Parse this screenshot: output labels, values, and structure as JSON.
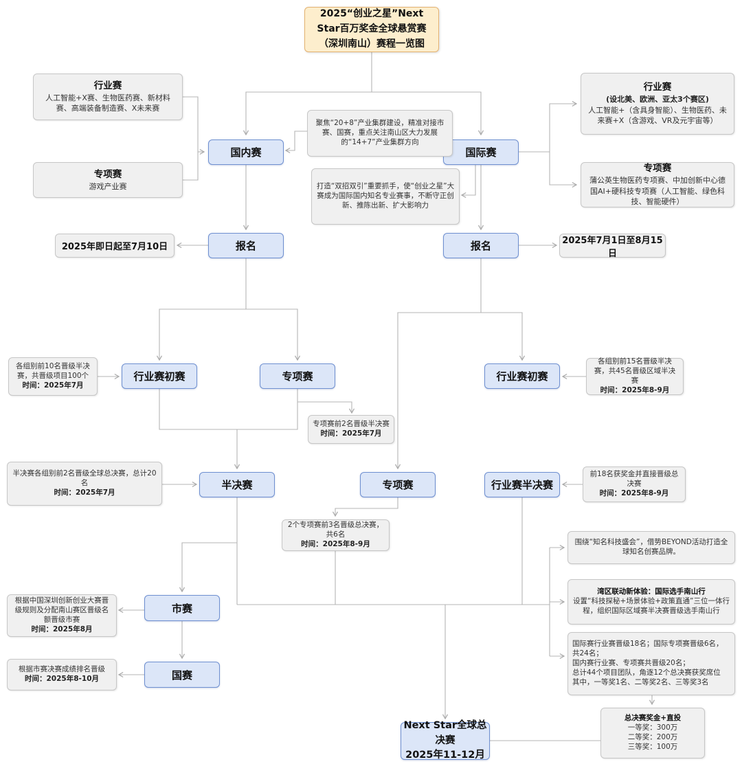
{
  "title": "2025“创业之星”Next Star百万奖金全球悬赏赛（深圳南山）赛程一览图",
  "panels": {
    "industry_left": {
      "title": "行业赛",
      "body": "人工智能+X赛、生物医药赛、新材料赛、高端装备制造赛、X未来赛"
    },
    "special_left": {
      "title": "专项赛",
      "body": "游戏产业赛"
    },
    "industry_right": {
      "title": "行业赛",
      "subtitle": "(设北美、欧洲、亚太3个赛区)",
      "body": "人工智能+（含具身智能）、生物医药、未来赛+X（含游戏、VR及元宇宙等）"
    },
    "special_right": {
      "title": "专项赛",
      "body": "蒲公英生物医药专项赛、中加创新中心德国AI+硬科技专项赛（人工智能、绿色科技、智能硬件）"
    }
  },
  "nodes": {
    "domestic": "国内赛",
    "international": "国际赛",
    "register_left": "报名",
    "register_right": "报名",
    "prelim_left": "行业赛初赛",
    "special_prelim": "专项赛",
    "prelim_right": "行业赛初赛",
    "semifinal": "半决赛",
    "special_semi": "专项赛",
    "industry_semi": "行业赛半决赛",
    "city": "市赛",
    "national": "国赛",
    "final_title": "Next Star全球总决赛",
    "final_date": "2025年11-12月"
  },
  "dates": {
    "domestic_register": "2025年即日起至7月10日",
    "international_register": "2025年7月1日至8月15日"
  },
  "notes": {
    "focus": "聚焦“20+8”产业集群建设，精准对接市赛、国赛，重点关注南山区大力发展的“14+7”产业集群方向",
    "build": "打造“双招双引”重要抓手，使“创业之星”大赛成为国际国内知名专业赛事，不断守正创新、推陈出新、扩大影响力",
    "pre10": {
      "body": "各组别前10名晋级半决赛，共晋级项目100个",
      "time": "时间：2025年7月"
    },
    "pre15": {
      "body": "各组别前15名晋级半决赛，共45名晋级区域半决赛",
      "time": "时间：2025年8-9月"
    },
    "special2": {
      "body": "专项赛前2名晋级半决赛",
      "time": "时间：2025年7月"
    },
    "semi_left": {
      "body": "半决赛各组别前2名晋级全球总决赛，总计20名",
      "time": "时间：2025年7月"
    },
    "pre18": {
      "body": "前18名获奖金并直接晋级总决赛",
      "time": "时间：2025年8-9月"
    },
    "special3": {
      "body": "2个专项赛前3名晋级总决赛，共6名",
      "time": "时间：2025年8-9月"
    },
    "beyond": "围绕“知名科技盛会”，借势BEYOND活动打造全球知名创赛品牌。",
    "bay": {
      "title": "湾区联动新体验：国际选手南山行",
      "body": "设置“科技探秘+场景体验+政策直通”三位一体行程，组织国际区域赛半决赛晋级选手南山行"
    },
    "stats": {
      "line1": "国际赛行业赛晋级18名；国际专项赛晋级6名，共24名；",
      "line2": "国内赛行业赛、专项赛共晋级20名；",
      "line3": "总计44个项目团队，角逐12个总决赛获奖席位",
      "line4": "其中，一等奖1名、二等奖2名、三等奖3名"
    },
    "city_rule": {
      "body": "根据中国深圳创新创业大赛晋级规则及分配南山赛区晋级名额晋级市赛",
      "time": "时间：2025年8月"
    },
    "national_rule": {
      "body": "根据市赛决赛成绩排名晋级",
      "time": "时间：2025年8-10月"
    }
  },
  "prize": {
    "title": "总决赛奖金+直投",
    "first": "一等奖：300万",
    "second": "二等奖：200万",
    "third": "三等奖：100万"
  },
  "colors": {
    "node_fill": "#dce6f8",
    "node_border": "#6e8fd0",
    "note_fill": "#f0f0f0",
    "note_border": "#c6c6c6",
    "title_fill": "#fdeecd",
    "title_border": "#e4b270",
    "connector": "#b4b4b4"
  }
}
